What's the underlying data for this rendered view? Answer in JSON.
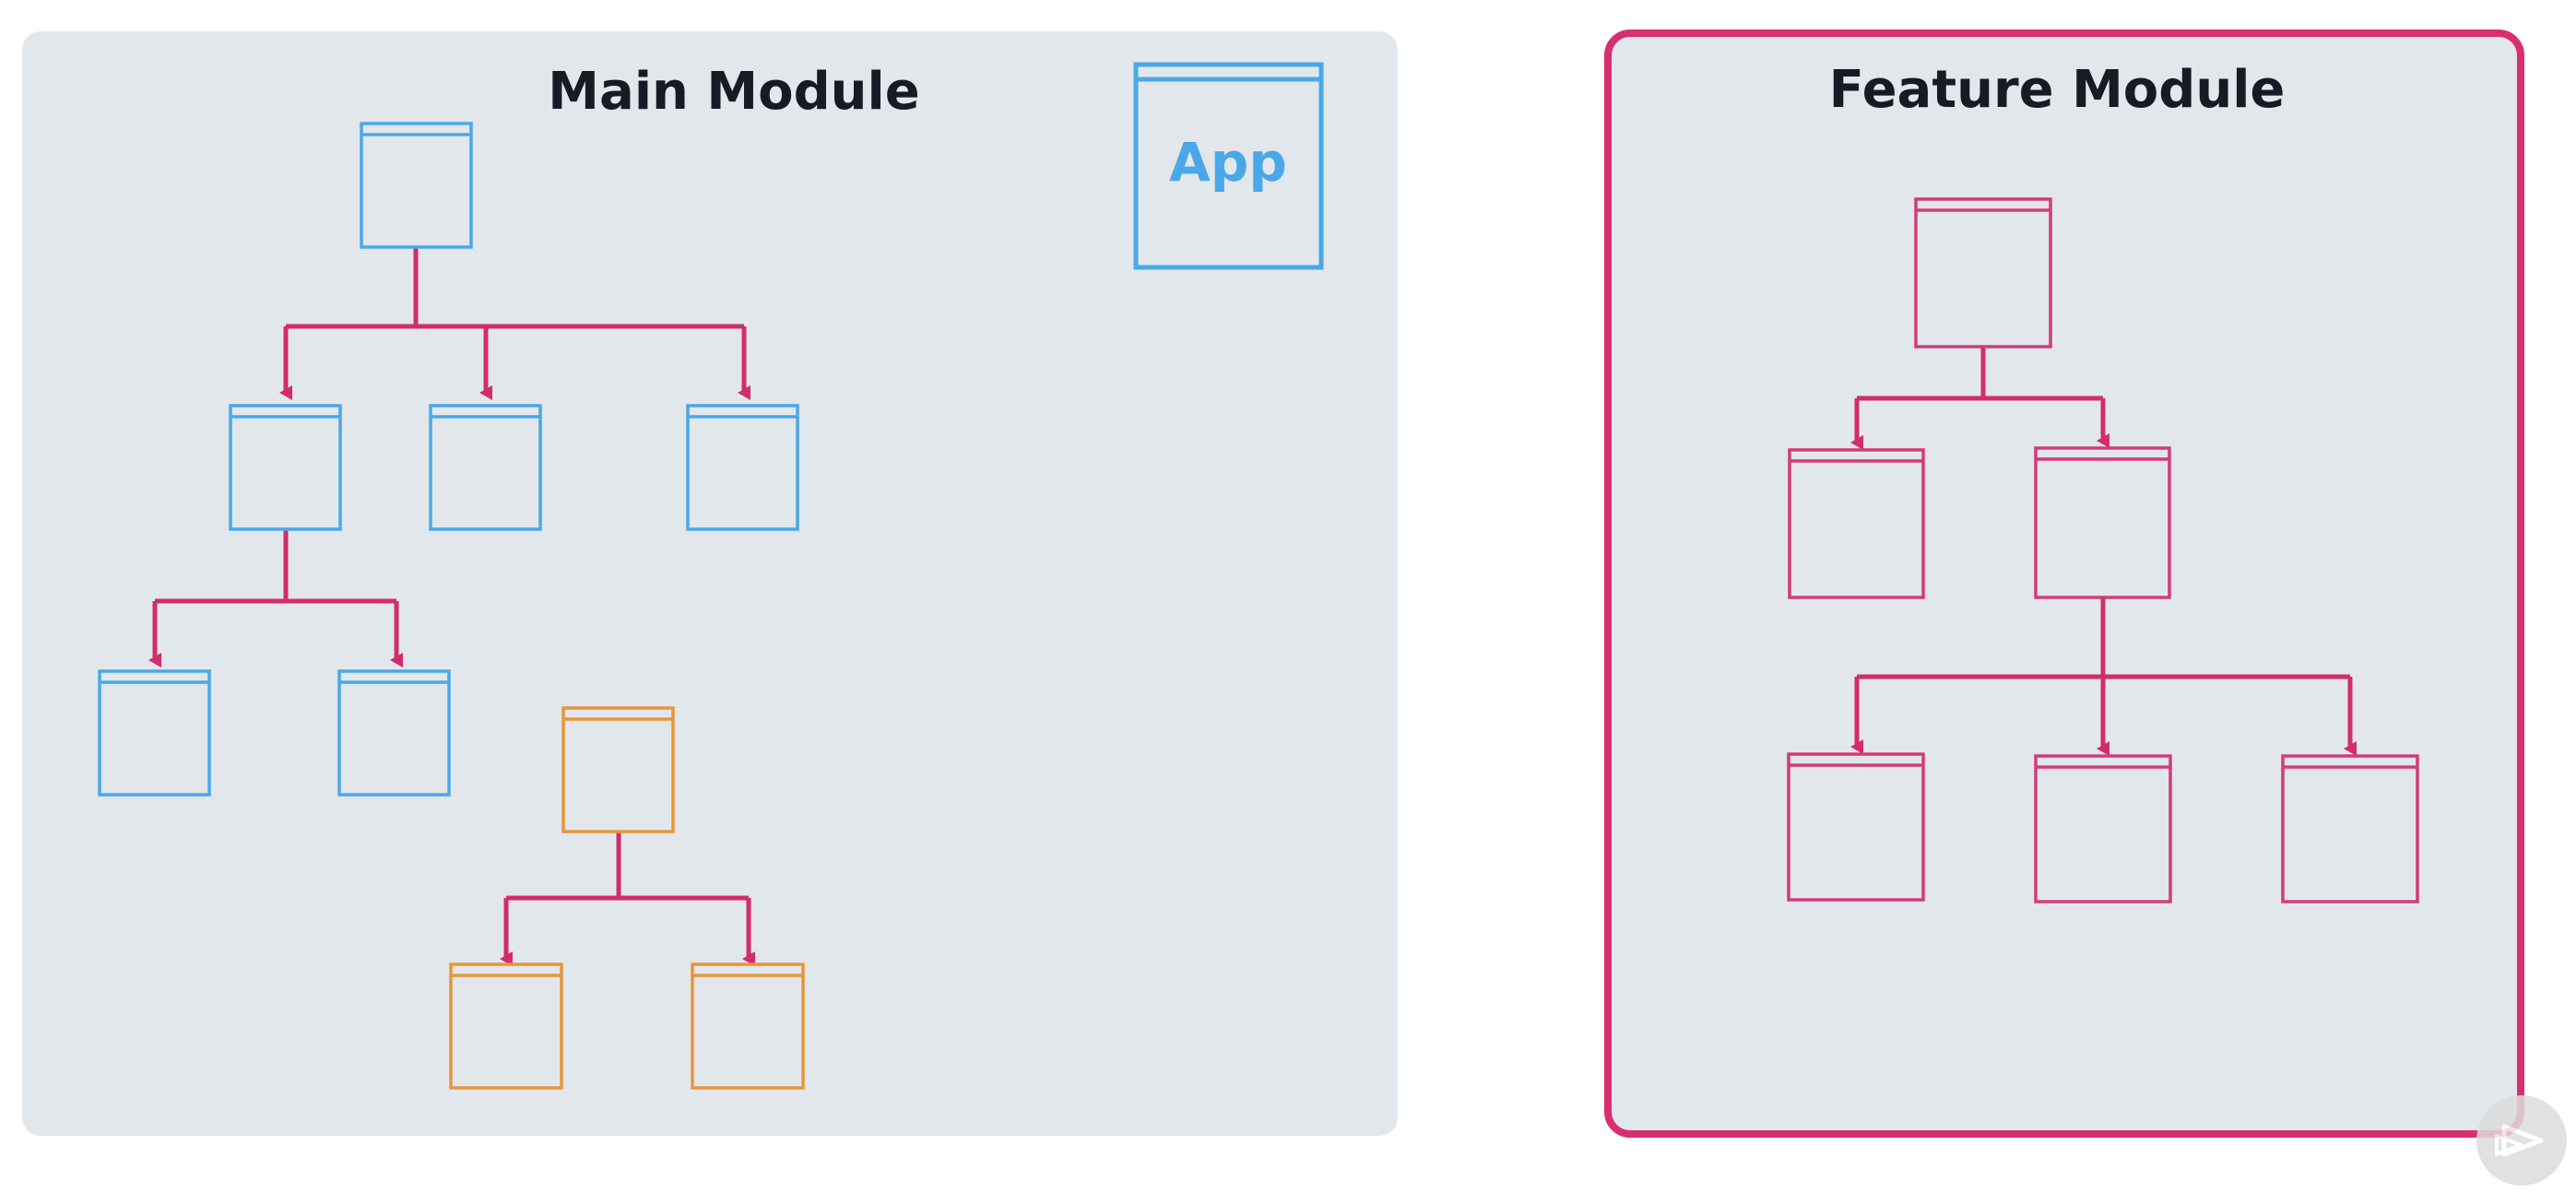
{
  "main_module": {
    "title": "Main Module",
    "app_label": "App"
  },
  "feature_module": {
    "title": "Feature Module"
  },
  "colors": {
    "panel_background": "#e2e7ec",
    "main_component_blue": "#4aa8e8",
    "secondary_component_orange": "#e8953a",
    "feature_component_pink": "#d23c78",
    "connector_pink": "#d22d68",
    "feature_border": "#d82e72",
    "title_text": "#161b26"
  },
  "icons": {
    "watermark": "play-logo-icon"
  }
}
